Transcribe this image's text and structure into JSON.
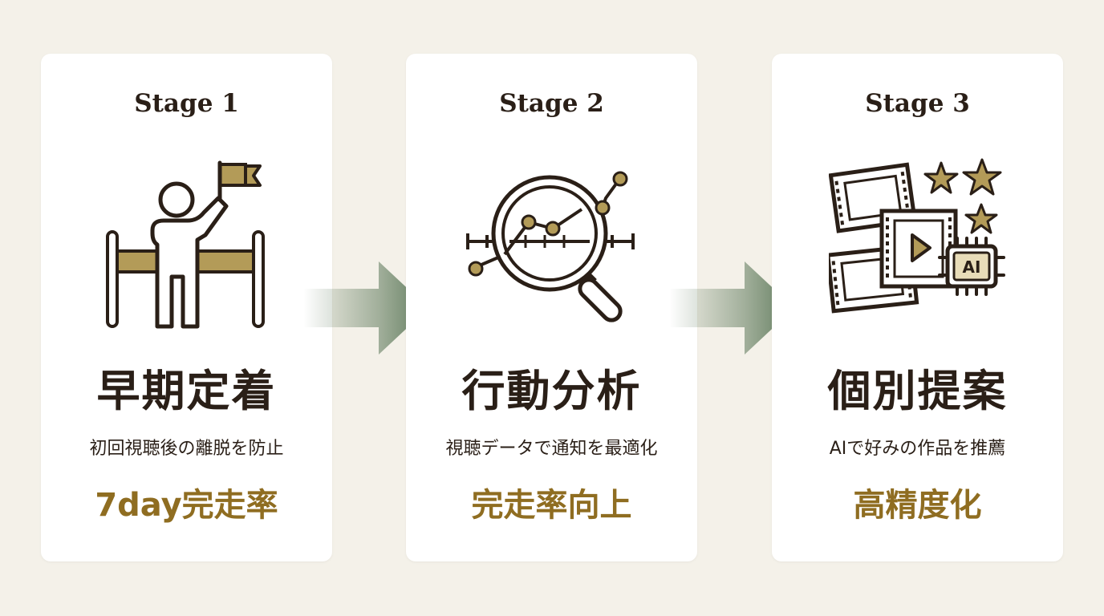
{
  "colors": {
    "background": "#f4f1e9",
    "card": "#ffffff",
    "text_dark": "#2a1f17",
    "accent_gold": "#8f6d21",
    "icon_gold": "#b39b58",
    "arrow_green": "#5f7a5c"
  },
  "stages": [
    {
      "label": "Stage 1",
      "icon": "person-flag-finish-line-icon",
      "title": "早期定着",
      "description": "初回視聴後の離脱を防止",
      "metric": "7day完走率"
    },
    {
      "label": "Stage 2",
      "icon": "magnifier-chart-icon",
      "title": "行動分析",
      "description": "視聴データで通知を最適化",
      "metric": "完走率向上"
    },
    {
      "label": "Stage 3",
      "icon": "film-ai-stars-icon",
      "title": "個別提案",
      "description": "AIで好みの作品を推薦",
      "metric": "高精度化"
    }
  ]
}
